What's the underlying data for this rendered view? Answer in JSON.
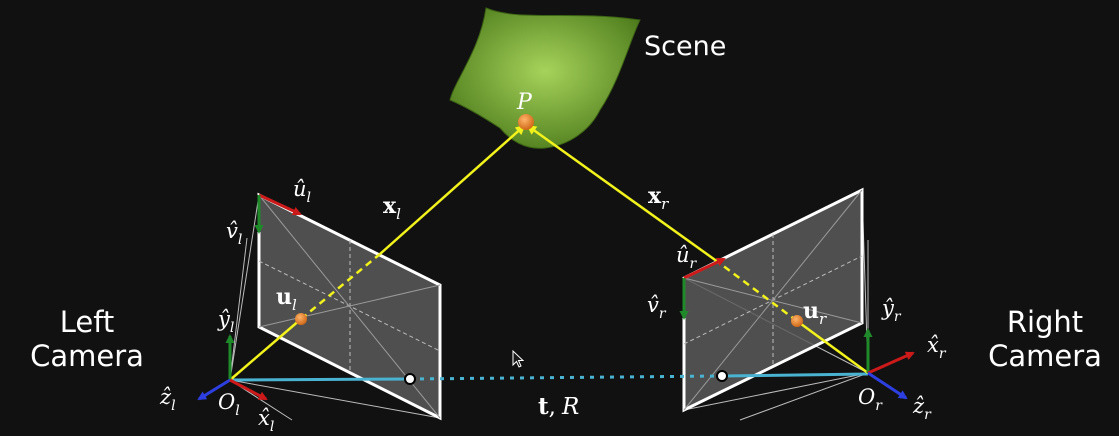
{
  "scene": {
    "label": "Scene",
    "point_label": "P",
    "color": "#7fae3a"
  },
  "left_camera": {
    "line1": "Left",
    "line2": "Camera",
    "axes": {
      "u": "û",
      "v": "v̂",
      "x": "x̂",
      "y": "ŷ",
      "z": "ẑ",
      "subscript": "l"
    },
    "origin": "O",
    "origin_sub": "l",
    "ray": "x",
    "ray_sub": "l",
    "image_point": "u",
    "image_point_sub": "l"
  },
  "right_camera": {
    "line1": "Right",
    "line2": "Camera",
    "axes": {
      "u": "û",
      "v": "v̂",
      "x": "x̂",
      "y": "ŷ",
      "z": "ẑ",
      "subscript": "r"
    },
    "origin": "O",
    "origin_sub": "r",
    "ray": "x",
    "ray_sub": "r",
    "image_point": "u",
    "image_point_sub": "r"
  },
  "baseline": {
    "label_t": "t",
    "label_sep": ",",
    "label_R": "R",
    "color": "#49b3d1"
  },
  "colors": {
    "ray": "#f2f21c",
    "point": "#e8832a",
    "axis_red": "#cc1a1a",
    "axis_green": "#1f8a2a",
    "axis_blue": "#2d3fe0",
    "plane_fill": "#5a5a5a",
    "plane_edge": "#ffffff"
  },
  "icons": {
    "cursor": "mouse-pointer-icon"
  }
}
